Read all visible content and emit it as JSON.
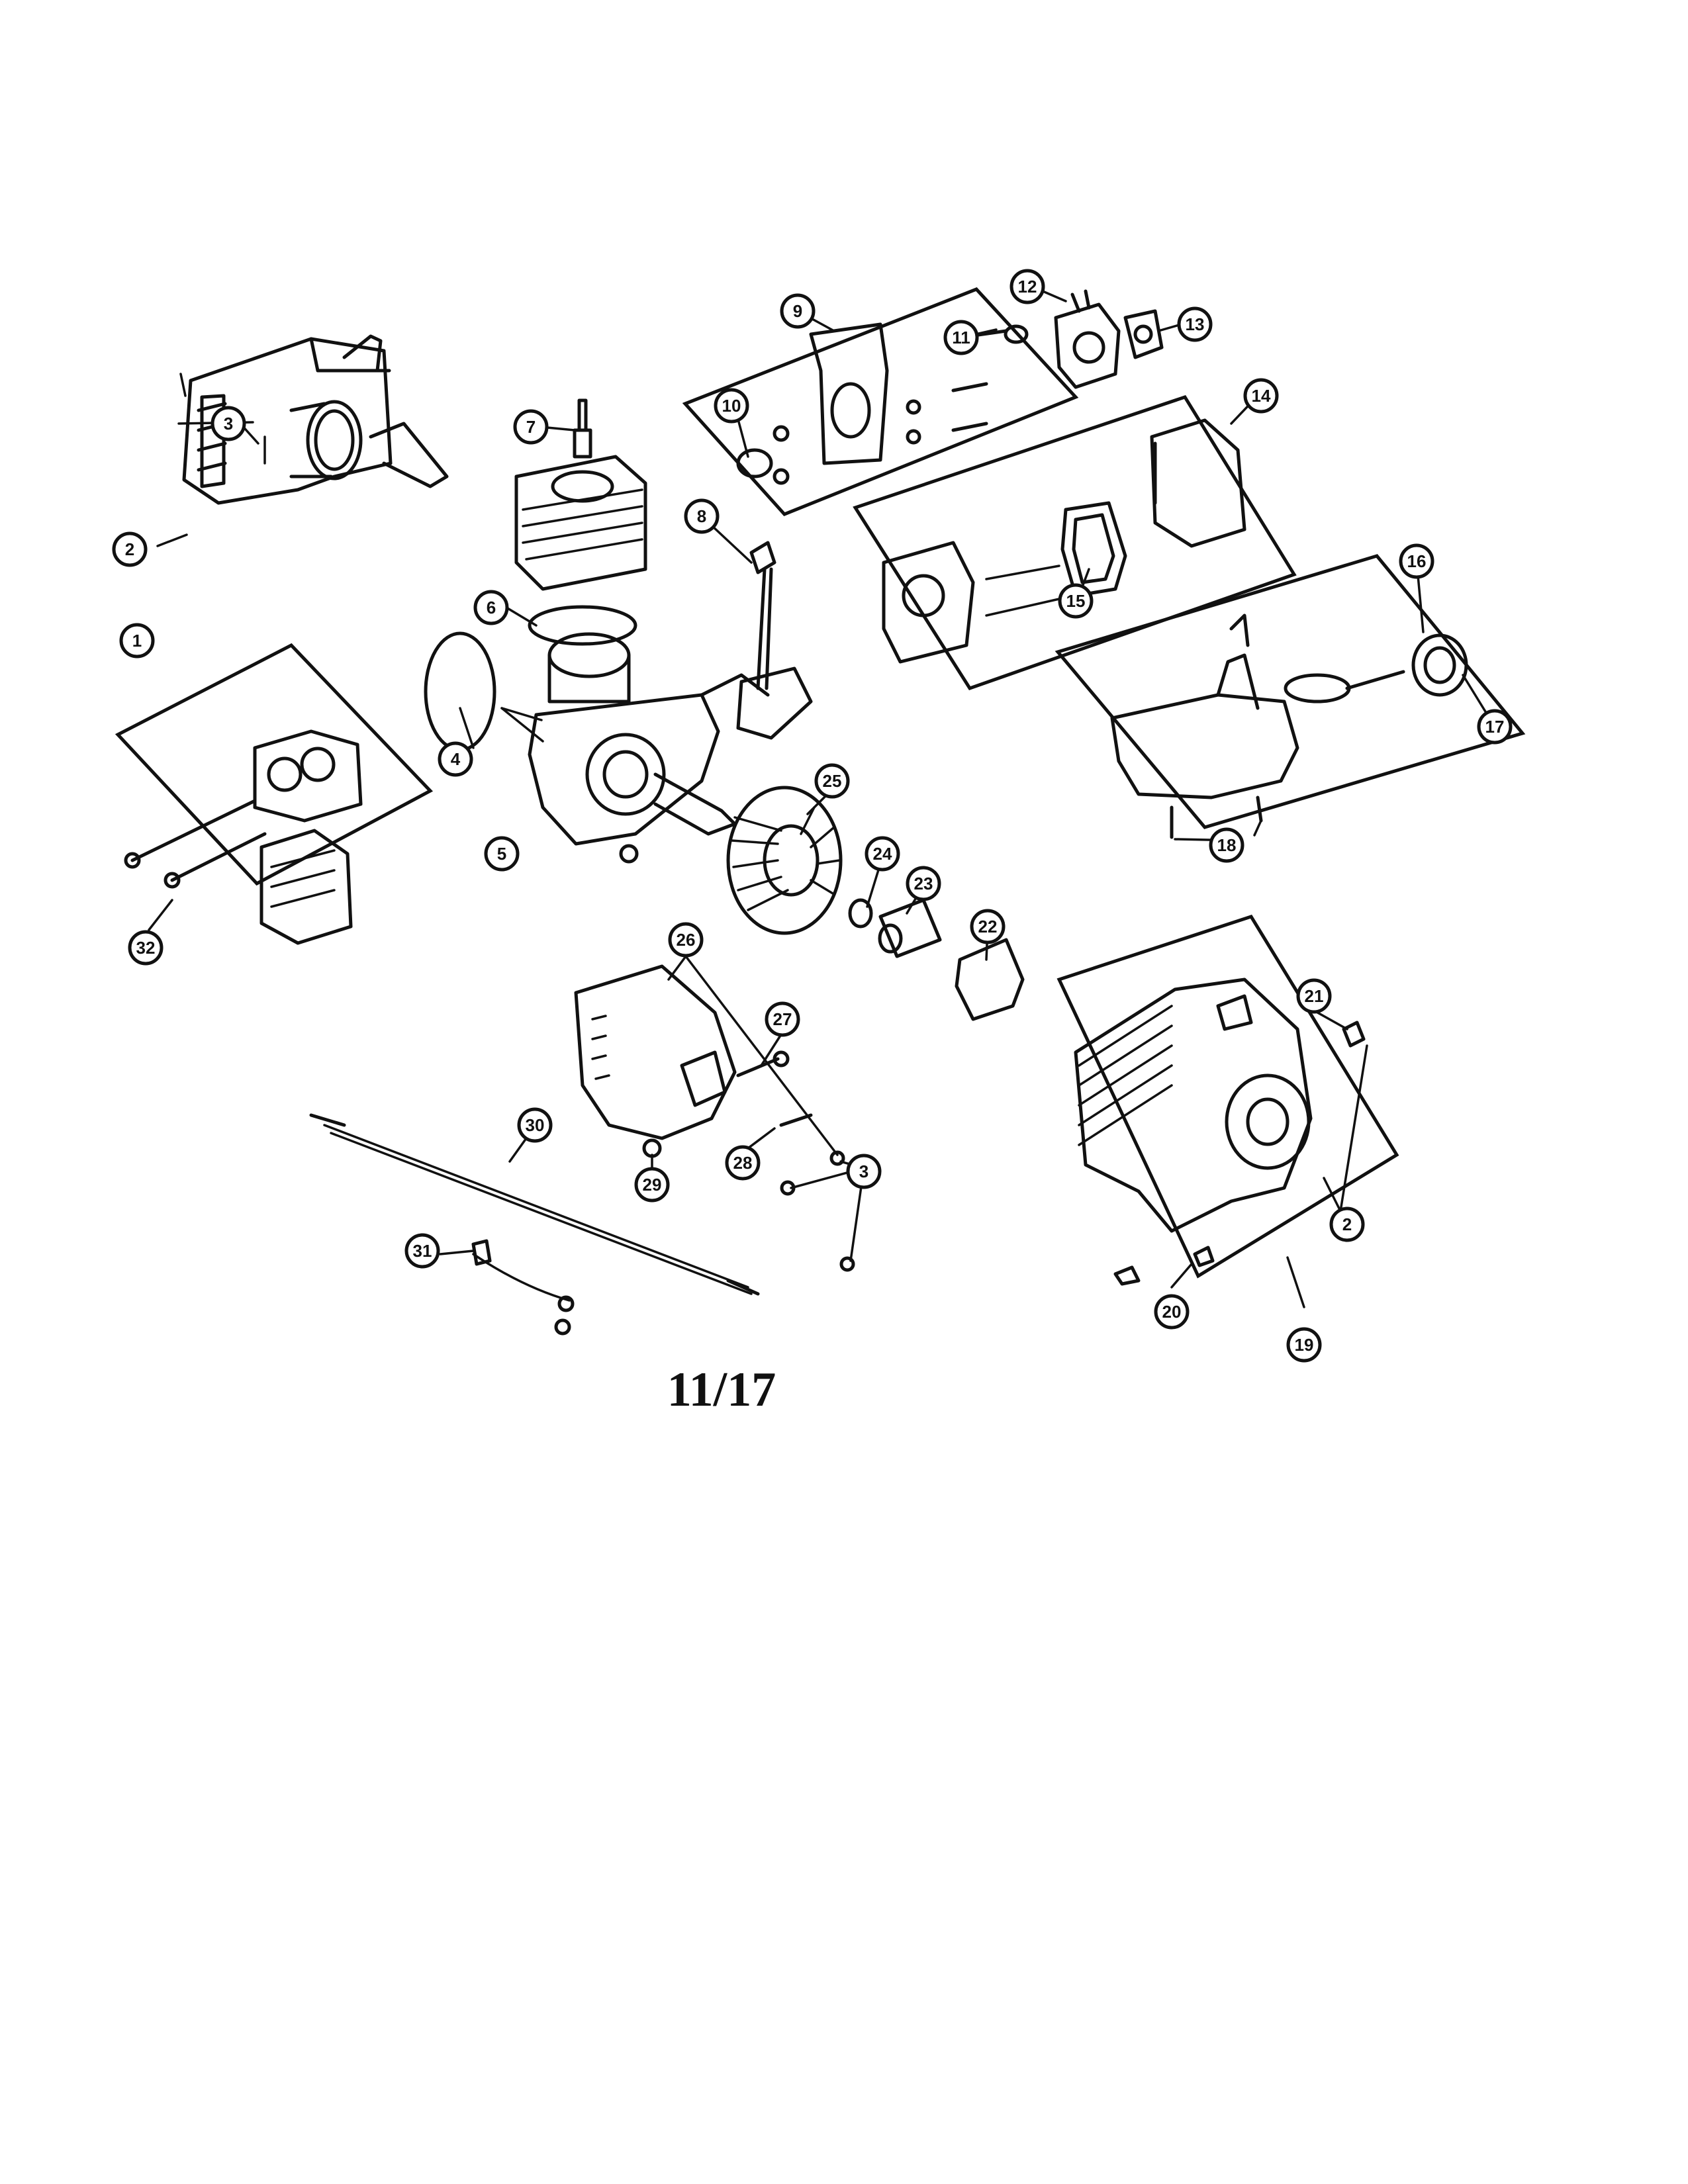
{
  "page": {
    "page_number": "11/17"
  },
  "diagram": {
    "callouts": [
      {
        "label": "1"
      },
      {
        "label": "2"
      },
      {
        "label": "3"
      },
      {
        "label": "4"
      },
      {
        "label": "5"
      },
      {
        "label": "6"
      },
      {
        "label": "7"
      },
      {
        "label": "8"
      },
      {
        "label": "9"
      },
      {
        "label": "10"
      },
      {
        "label": "11"
      },
      {
        "label": "12"
      },
      {
        "label": "13"
      },
      {
        "label": "14"
      },
      {
        "label": "15"
      },
      {
        "label": "16"
      },
      {
        "label": "17"
      },
      {
        "label": "18"
      },
      {
        "label": "19"
      },
      {
        "label": "20"
      },
      {
        "label": "21"
      },
      {
        "label": "22"
      },
      {
        "label": "23"
      },
      {
        "label": "24"
      },
      {
        "label": "25"
      },
      {
        "label": "26"
      },
      {
        "label": "27"
      },
      {
        "label": "28"
      },
      {
        "label": "29"
      },
      {
        "label": "30"
      },
      {
        "label": "31"
      },
      {
        "label": "32"
      },
      {
        "label": "2"
      },
      {
        "label": "3"
      }
    ]
  }
}
